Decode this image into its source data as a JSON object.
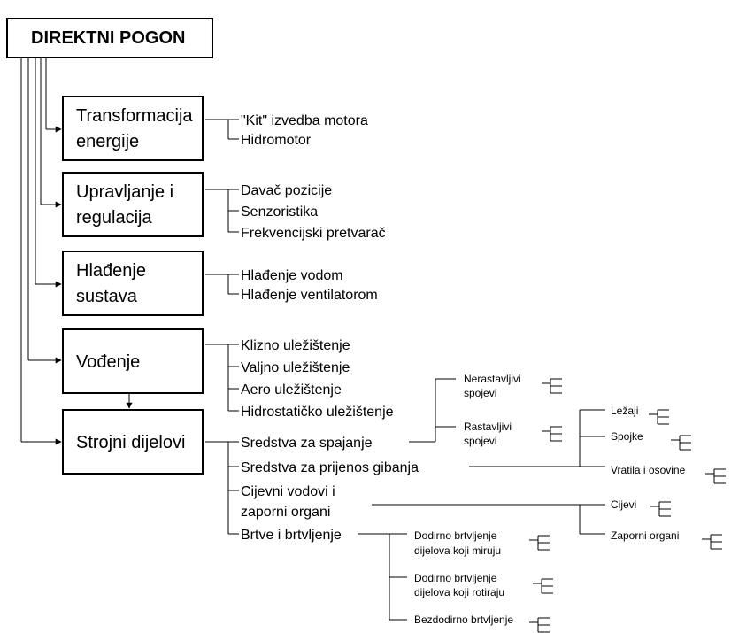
{
  "root": {
    "title": "DIREKTNI POGON"
  },
  "categories": [
    {
      "line1": "Transformacija",
      "line2": "energije",
      "items": [
        "\"Kit\" izvedba motora",
        "Hidromotor"
      ]
    },
    {
      "line1": "Upravljanje i",
      "line2": "regulacija",
      "items": [
        "Davač pozicije",
        "Senzoristika",
        "Frekvencijski pretvarač"
      ]
    },
    {
      "line1": "Hlađenje",
      "line2": "sustava",
      "items": [
        "Hlađenje vodom",
        "Hlađenje ventilatorom"
      ]
    },
    {
      "line1": "Vođenje",
      "items": [
        "Klizno uležištenje",
        "Valjno uležištenje",
        "Aero uležištenje",
        "Hidrostatičko uležištenje"
      ]
    },
    {
      "line1": "Strojni dijelovi",
      "items": [
        "Sredstva za spajanje",
        "Sredstva za prijenos gibanja",
        "Cijevni vodovi i",
        "zaporni organi",
        "Brtve i brtvljenje"
      ]
    }
  ],
  "spajanje": {
    "items": [
      "Nerastavljivi",
      "spojevi",
      "Rastavljivi",
      "spojevi"
    ]
  },
  "prijenos": {
    "items": [
      "Ležaji",
      "Spojke",
      "Vratila i osovine"
    ]
  },
  "cijevni": {
    "items": [
      "Cijevi",
      "Zaporni organi"
    ]
  },
  "brtve": {
    "items": [
      "Dodirno brtvljenje",
      "dijelova koji miruju",
      "Dodirno brtvljenje",
      "dijelova koji rotiraju",
      "Bezdodirno brtvljenje"
    ]
  }
}
